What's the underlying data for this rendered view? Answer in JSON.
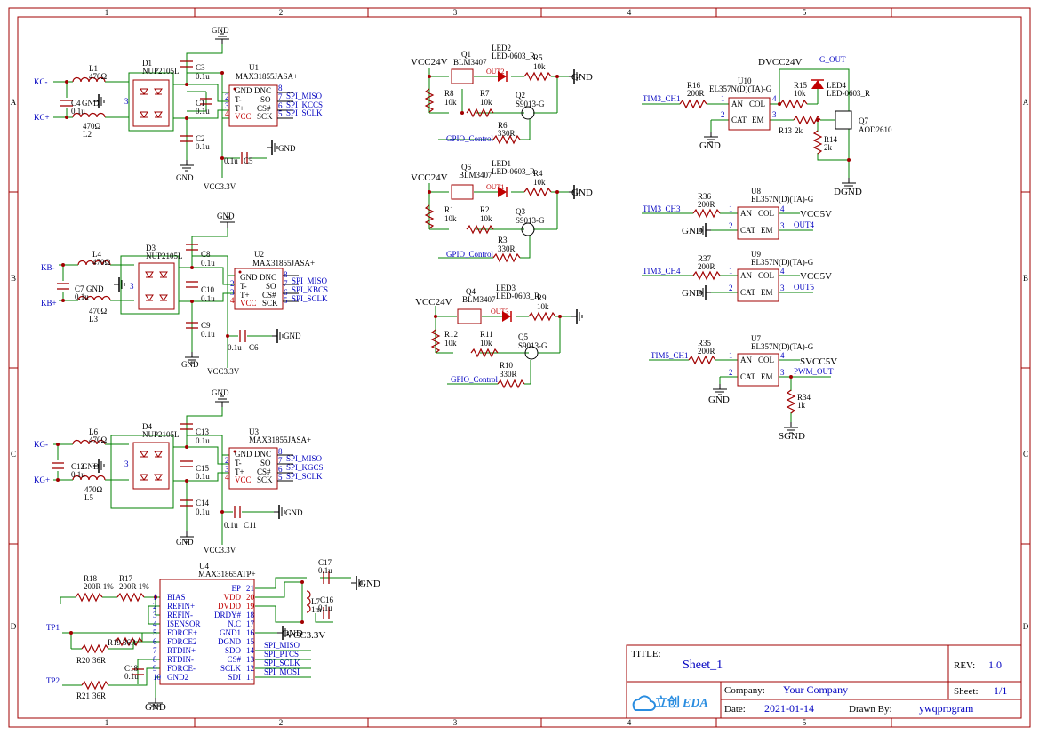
{
  "frame": {
    "cols": [
      "1",
      "2",
      "3",
      "4",
      "5"
    ],
    "rows": [
      "A",
      "B",
      "C",
      "D"
    ]
  },
  "title_block": {
    "title_label": "TITLE:",
    "title": "Sheet_1",
    "rev_label": "REV:",
    "rev": "1.0",
    "company_label": "Company:",
    "company": "Your Company",
    "sheet_label": "Sheet:",
    "sheet": "1/1",
    "date_label": "Date:",
    "date": "2021-01-14",
    "drawn_label": "Drawn By:",
    "drawn_by": "ywqprogram",
    "logo_cn": "立创",
    "logo_en": "EDA"
  },
  "thermocouples": [
    {
      "k": "c",
      "plus": "KC+",
      "minus": "KC-",
      "l_top": "L1",
      "l_bot": "L2",
      "lval": "470Ω",
      "cin": "C4",
      "d": "D1",
      "cout": "C1",
      "ctop": "C3",
      "cbot": "C2",
      "cdec": "C5",
      "u": "U1",
      "cs": "SPI_KCCS"
    },
    {
      "k": "b",
      "plus": "KB+",
      "minus": "KB-",
      "l_top": "L4",
      "l_bot": "L3",
      "lval": "470Ω",
      "cin": "C7",
      "d": "D3",
      "cout": "C10",
      "ctop": "C8",
      "cbot": "C9",
      "cdec": "C6",
      "u": "U2",
      "cs": "SPI_KBCS"
    },
    {
      "k": "g",
      "plus": "KG+",
      "minus": "KG-",
      "l_top": "L6",
      "l_bot": "L5",
      "lval": "470Ω",
      "cin": "C12",
      "d": "D4",
      "cout": "C15",
      "ctop": "C13",
      "cbot": "C14",
      "cdec": "C11",
      "u": "U3",
      "cs": "SPI_KGCS"
    }
  ],
  "tc_common": {
    "cap": "0.1u",
    "diode": "NUP2105L",
    "chip": "MAX31855JASA+",
    "pins_left": [
      "GND",
      "T-",
      "T+",
      "VCC"
    ],
    "pins_left_num": [
      "1",
      "2",
      "3",
      "4"
    ],
    "pins_right": [
      "DNC",
      "SO",
      "CS#",
      "SCK"
    ],
    "pins_right_num": [
      "8",
      "7",
      "6",
      "5"
    ],
    "miso": "SPI_MISO",
    "sclk": "SPI_SCLK",
    "gnd": "GND",
    "vcc": "VCC3.3V",
    "dpin": "3"
  },
  "leds": [
    {
      "k": "a",
      "q": "Q1",
      "qp": "BLM3407",
      "led": "LED2",
      "ledpart": "LED-0603_R",
      "rled": "R5",
      "rb": "R8",
      "rm": "R7",
      "rg": "R6",
      "qn": "Q2",
      "out": "OUT2"
    },
    {
      "k": "b",
      "q": "Q6",
      "qp": "BLM3407",
      "led": "LED1",
      "ledpart": "LED-0603_R",
      "rled": "R4",
      "rb": "R1",
      "rm": "R2",
      "rg": "R3",
      "qn": "Q3",
      "out": "OUT1"
    },
    {
      "k": "c",
      "q": "Q4",
      "qp": "BLM3407",
      "led": "LED3",
      "ledpart": "LED-0603_R",
      "rled": "R9",
      "rb": "R12",
      "rm": "R11",
      "rg": "R10",
      "qn": "Q5",
      "out": "OUT3"
    }
  ],
  "led_common": {
    "vcc": "VCC24V",
    "r10k": "10k",
    "r330": "330R",
    "npn": "S9013-G",
    "gpio": "GPIO_Control",
    "gnd": "GND"
  },
  "opto_common": {
    "part": "EL357N(D)(TA)-G",
    "r200": "200R",
    "an": "AN",
    "cat": "CAT",
    "col": "COL",
    "em": "EM",
    "p1": "1",
    "p2": "2",
    "p3": "3",
    "p4": "4"
  },
  "opto_top": {
    "u": "U10",
    "r": "R16",
    "sig": "TIM3_CH1",
    "vcc": "DVCC24V",
    "gout": "G_OUT",
    "r15": "R15",
    "r15v": "10k",
    "led4": "LED4",
    "led4p": "LED-0603_R",
    "r13": "R13",
    "r13v": "2k",
    "r14": "R14",
    "r14v": "2k",
    "q7": "Q7",
    "q7p": "AOD2610",
    "gnd": "GND",
    "dgnd": "DGND"
  },
  "opto_mid": [
    {
      "k": "8",
      "u": "U8",
      "r": "R36",
      "sig": "TIM3_CH3",
      "vcc": "VCC5V",
      "out": "OUT4",
      "gnd": "GND"
    },
    {
      "k": "9",
      "u": "U9",
      "r": "R37",
      "sig": "TIM3_CH4",
      "vcc": "VCC5V",
      "out": "OUT5",
      "gnd": "GND"
    }
  ],
  "opto_pwm": {
    "u": "U7",
    "r": "R35",
    "sig": "TIM5_CH1",
    "vcc": "SVCC5V",
    "out": "PWM_OUT",
    "r34": "R34",
    "r34v": "1k",
    "gnd": "GND",
    "sgnd": "SGND"
  },
  "rtd": {
    "u": "U4",
    "chip": "MAX31865ATP+",
    "r18": "R18",
    "r18v": "200R 1%",
    "r17": "R17",
    "r17v": "200R 1%",
    "r19": "R19",
    "r19v": "36R",
    "r20": "R20",
    "r20v": "36R",
    "r21": "R21",
    "r21v": "36R",
    "c18": "C18",
    "c18v": "0.1u",
    "c17": "C17",
    "c17v": "0.1u",
    "c16": "C16",
    "c16v": "0.1u",
    "l7": "L7",
    "l7v": "1m",
    "tp1": "TP1",
    "tp2": "TP2",
    "gnd": "GND",
    "vcc": "VCC3.3V",
    "left": [
      {
        "n": "1",
        "t": "BIAS"
      },
      {
        "n": "2",
        "t": "REFIN+"
      },
      {
        "n": "3",
        "t": "REFIN-"
      },
      {
        "n": "4",
        "t": "ISENSOR"
      },
      {
        "n": "5",
        "t": "FORCE+"
      },
      {
        "n": "6",
        "t": "FORCE2"
      },
      {
        "n": "7",
        "t": "RTDIN+"
      },
      {
        "n": "8",
        "t": "RTDIN-"
      },
      {
        "n": "9",
        "t": "FORCE-"
      },
      {
        "n": "10",
        "t": "GND2"
      }
    ],
    "right": [
      {
        "n": "21",
        "t": "EP"
      },
      {
        "n": "20",
        "t": "VDD"
      },
      {
        "n": "19",
        "t": "DVDD"
      },
      {
        "n": "18",
        "t": "DRDY#"
      },
      {
        "n": "17",
        "t": "N.C"
      },
      {
        "n": "16",
        "t": "GND1"
      },
      {
        "n": "15",
        "t": "DGND"
      },
      {
        "n": "14",
        "t": "SDO"
      },
      {
        "n": "13",
        "t": "CS#"
      },
      {
        "n": "12",
        "t": "SCLK"
      },
      {
        "n": "11",
        "t": "SDI"
      }
    ],
    "nets": {
      "miso": "SPI_MISO",
      "cs": "SPI_PTCS",
      "sclk": "SPI_SCLK",
      "mosi": "SPI_MOSI"
    }
  }
}
